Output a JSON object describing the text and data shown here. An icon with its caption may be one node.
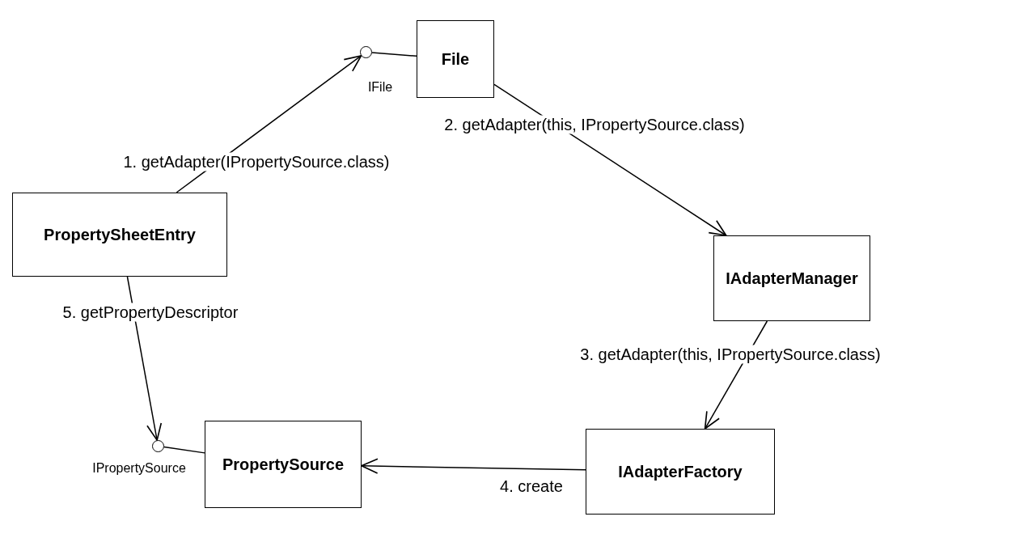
{
  "diagram": {
    "nodes": [
      {
        "text": [
          "File"
        ]
      },
      {
        "text": [],
        "shape": "circle",
        "beside": [
          "IFile"
        ]
      },
      {
        "text": [
          "PropertySheetEntry"
        ]
      },
      {
        "text": [
          "IAdapterManager"
        ]
      },
      {
        "text": [
          "PropertySource"
        ]
      },
      {
        "text": [],
        "shape": "circle",
        "beside": [
          "IPropertySource"
        ]
      },
      {
        "text": [
          "IAdapterFactory"
        ]
      }
    ],
    "edges": [
      {
        "from": 0,
        "to": 1,
        "arrow": "none"
      },
      {
        "from": 2,
        "to": 1,
        "arrow": "to",
        "label": "1. getAdapter(IPropertySource.class)"
      },
      {
        "from": 0,
        "to": 3,
        "arrow": "to",
        "label": "2. getAdapter(this, IPropertySource.class)"
      },
      {
        "from": 3,
        "to": 6,
        "arrow": "to",
        "label": "3. getAdapter(this, IPropertySource.class)"
      },
      {
        "from": 6,
        "to": 4,
        "arrow": "to",
        "label": "4. create"
      },
      {
        "from": 2,
        "to": 5,
        "arrow": "to",
        "label": "5. getPropertyDescriptor"
      },
      {
        "from": 4,
        "to": 5,
        "arrow": "none"
      }
    ]
  }
}
